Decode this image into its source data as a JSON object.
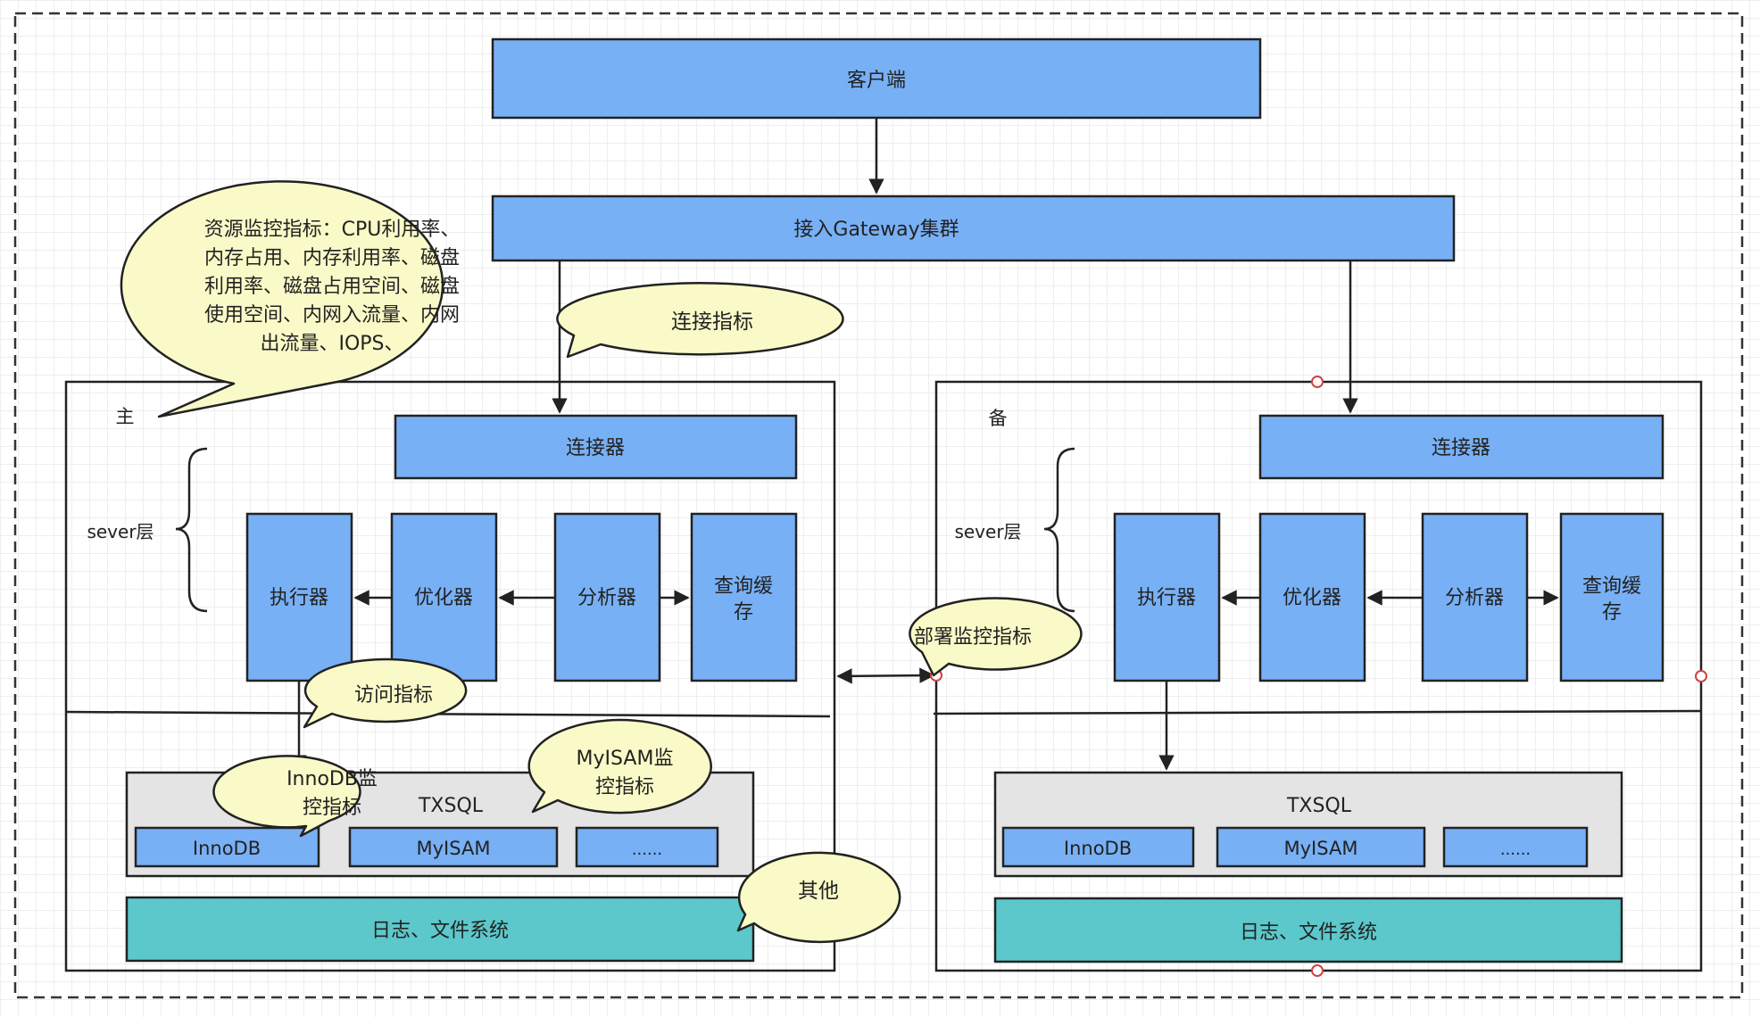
{
  "client": "客户端",
  "gateway": "接入Gateway集群",
  "primary": {
    "label": "主",
    "server_layer": "sever层",
    "connector": "连接器",
    "executor": "执行器",
    "optimizer": "优化器",
    "analyzer": "分析器",
    "query_cache": [
      "查询缓",
      "存"
    ],
    "engine_layer": "TXSQL",
    "engines": [
      "InnoDB",
      "MyISAM",
      "......"
    ],
    "storage": "日志、文件系统"
  },
  "standby": {
    "label": "备",
    "server_layer": "sever层",
    "connector": "连接器",
    "executor": "执行器",
    "optimizer": "优化器",
    "analyzer": "分析器",
    "query_cache": [
      "查询缓",
      "存"
    ],
    "engine_layer": "TXSQL",
    "engines": [
      "InnoDB",
      "MyISAM",
      "......"
    ],
    "storage": "日志、文件系统"
  },
  "callouts": {
    "resource": [
      "资源监控指标：CPU利用率、",
      "内存占用、内存利用率、磁盘",
      "利用率、磁盘占用空间、磁盘",
      "使用空间、内网入流量、内网",
      "出流量、IOPS、"
    ],
    "connection": "连接指标",
    "deployment": "部署监控指标",
    "access": "访问指标",
    "innodb": [
      "InnoDB监",
      "控指标"
    ],
    "myisam": [
      "MyISAM监",
      "控指标"
    ],
    "other": "其他"
  },
  "colors": {
    "blue": "#78b0f5",
    "teal": "#5cc8cb",
    "gray": "#e4e4e4",
    "callout": "#fafac8"
  }
}
